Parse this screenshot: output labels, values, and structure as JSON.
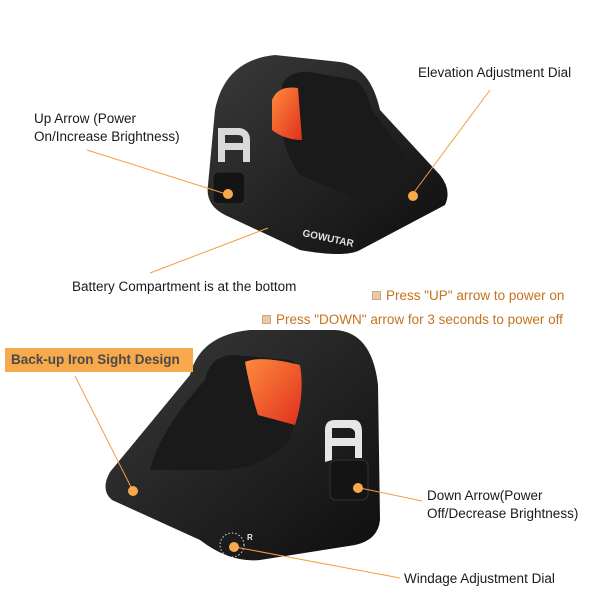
{
  "top_product": {
    "brand_logo": "GOWUTAR",
    "labels": {
      "up_arrow": [
        "Up Arrow (Power",
        "On/Increase Brightness)"
      ],
      "elevation_dial": "Elevation Adjustment Dial",
      "battery": "Battery Compartment is at the bottom"
    }
  },
  "instructions": [
    "Press \"UP\" arrow to power on",
    "Press \"DOWN\" arrow for 3 seconds to power off"
  ],
  "bottom_product": {
    "highlight_label": "Back-up Iron Sight Design",
    "labels": {
      "down_arrow": [
        "Down Arrow(Power",
        "Off/Decrease Brightness)"
      ],
      "windage_dial": "Windage Adjustment Dial"
    },
    "dial_marker": "R"
  },
  "colors": {
    "accent_orange": "#f7a94b",
    "leader_line": "#f0a040",
    "instruction_text": "#c4731e",
    "body_black": "#1c1c1c"
  }
}
